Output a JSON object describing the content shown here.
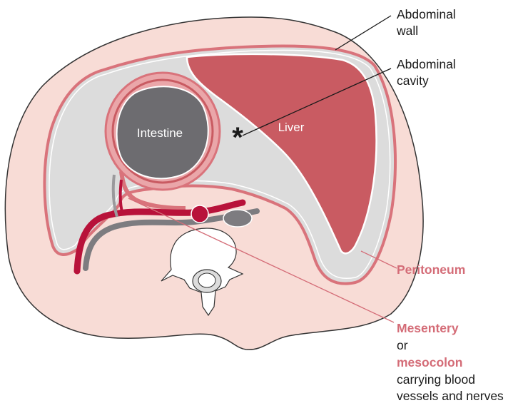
{
  "labels": {
    "abdominal_wall": [
      "Abdominal",
      "wall"
    ],
    "abdominal_cavity": [
      "Abdominal",
      "cavity"
    ],
    "intestine": "Intestine",
    "liver": "Liver",
    "cavity_marker": "*",
    "peritoneum": "Peritoneum",
    "mesentery": "Mesentery",
    "or": "or",
    "mesocolon": "mesocolon",
    "carrying": [
      "carrying blood",
      "vessels and nerves"
    ]
  },
  "colors": {
    "body_fill": "#f8dcd6",
    "outline": "#333333",
    "peritoneum": "#d9737b",
    "cavity": "#dcdcdc",
    "liver": "#c95b62",
    "intestine_outer": "#eaa6a9",
    "intestine_lumen": "#6d6c70",
    "artery": "#b8123a",
    "vein": "#7d7c80",
    "bone": "#ffffff",
    "accent_text": "#d46c77"
  }
}
